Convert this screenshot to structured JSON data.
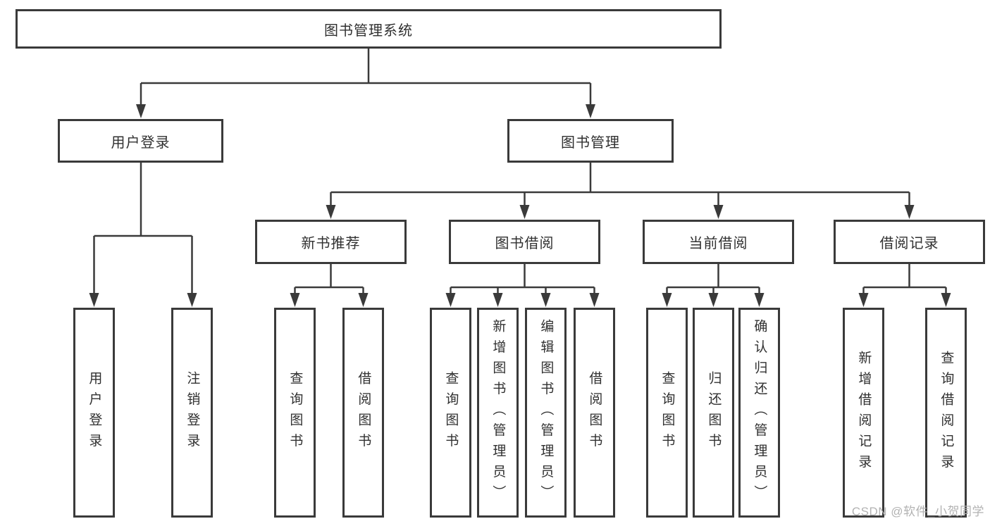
{
  "nodes": {
    "root": {
      "label": "图书管理系统"
    },
    "user_login": {
      "label": "用户登录"
    },
    "book_mgmt": {
      "label": "图书管理"
    },
    "new_book_rec": {
      "label": "新书推荐"
    },
    "book_borrow": {
      "label": "图书借阅"
    },
    "current_borrow": {
      "label": "当前借阅"
    },
    "borrow_records": {
      "label": "借阅记录"
    },
    "leaf_user_login": {
      "label": "用户登录"
    },
    "leaf_logout": {
      "label": "注销登录"
    },
    "leaf_nbr_query": {
      "label": "查询图书"
    },
    "leaf_nbr_borrow": {
      "label": "借阅图书"
    },
    "leaf_bb_query": {
      "label": "查询图书"
    },
    "leaf_bb_add": {
      "label": "新增图书（管理员）"
    },
    "leaf_bb_edit": {
      "label": "编辑图书（管理员）"
    },
    "leaf_bb_borrow": {
      "label": "借阅图书"
    },
    "leaf_cb_query": {
      "label": "查询图书"
    },
    "leaf_cb_return": {
      "label": "归还图书"
    },
    "leaf_cb_confirm": {
      "label": "确认归还（管理员）"
    },
    "leaf_br_add": {
      "label": "新增借阅记录"
    },
    "leaf_br_query": {
      "label": "查询借阅记录"
    }
  },
  "watermark": {
    "text": "CSDN @软件_小贺同学"
  },
  "colors": {
    "background": "#ffffff",
    "line": "#3a3a3a",
    "box_border": "#3a3a3a",
    "text": "#303030",
    "watermark": "#b2b2b2"
  }
}
